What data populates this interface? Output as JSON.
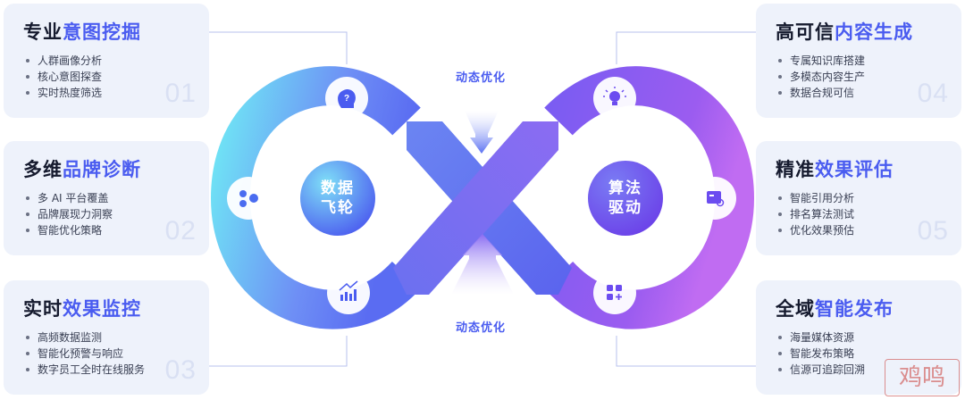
{
  "cards": [
    {
      "title_plain": "专业",
      "title_hl": "意图挖掘",
      "items": [
        "人群画像分析",
        "核心意图探查",
        "实时热度筛选"
      ],
      "num": "01"
    },
    {
      "title_plain": "多维",
      "title_hl": "品牌诊断",
      "items": [
        "多 AI 平台覆盖",
        "品牌展现力洞察",
        "智能优化策略"
      ],
      "num": "02"
    },
    {
      "title_plain": "实时",
      "title_hl": "效果监控",
      "items": [
        "高频数据监测",
        "智能化预警与响应",
        "数字员工全时在线服务"
      ],
      "num": "03"
    },
    {
      "title_plain": "高可信",
      "title_hl": "内容生成",
      "items": [
        "专属知识库搭建",
        "多模态内容生产",
        "数据合规可信"
      ],
      "num": "04"
    },
    {
      "title_plain": "精准",
      "title_hl": "效果评估",
      "items": [
        "智能引用分析",
        "排名算法测试",
        "优化效果预估"
      ],
      "num": "05"
    },
    {
      "title_plain": "全域",
      "title_hl": "智能发布",
      "items": [
        "海量媒体资源",
        "智能发布策略",
        "信源可追踪回溯"
      ],
      "num": ""
    }
  ],
  "left_circle": {
    "line1": "数据",
    "line2": "飞轮"
  },
  "right_circle": {
    "line1": "算法",
    "line2": "驱动"
  },
  "dynamic_top": "动态优化",
  "dynamic_bottom": "动态优化",
  "watermark": "鸡鸣",
  "colors": {
    "accent": "#4a5cf0",
    "left_gradient": "#5ad6f0",
    "right_gradient": "#a855f7"
  }
}
